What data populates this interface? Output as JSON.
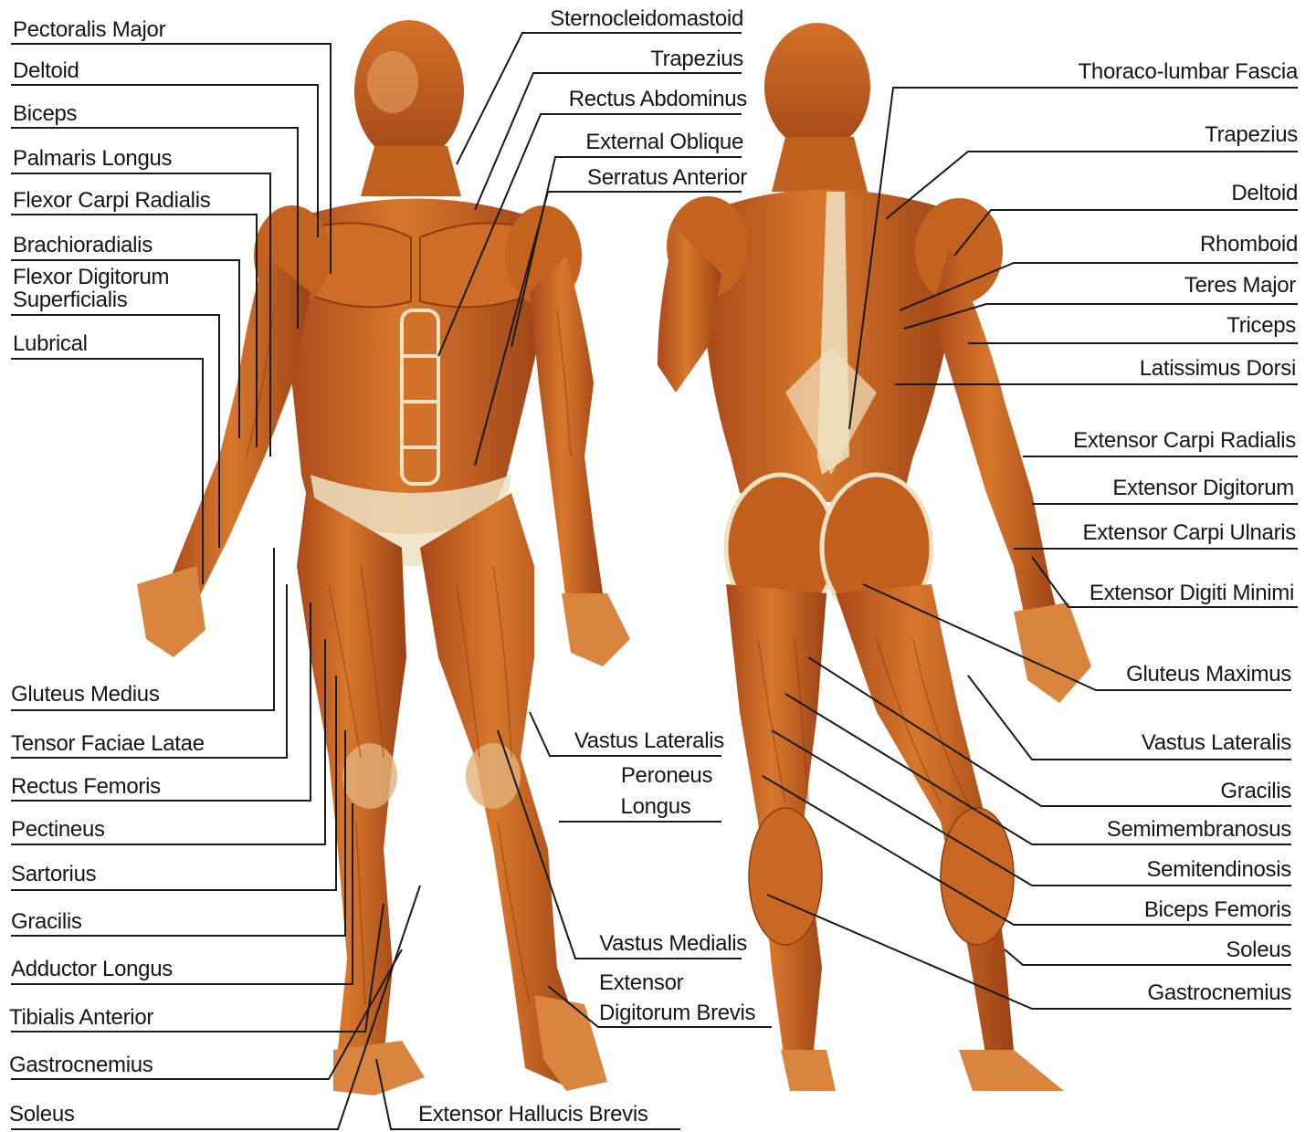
{
  "colors": {
    "muscle": "#c8651e",
    "muscle_dark": "#8e3c10",
    "muscle_light": "#e08a3c",
    "tendon": "#efe2c2",
    "leader_line": "#1a1a1a",
    "text": "#161616"
  },
  "front": {
    "left_labels": [
      "Pectoralis Major",
      "Deltoid",
      "Biceps",
      "Palmaris Longus",
      "Flexor Carpi Radialis",
      "Brachioradialis",
      "Flexor Digitorum",
      "Superficialis",
      "Lubrical",
      "Gluteus Medius",
      "Tensor Faciae Latae",
      "Rectus Femoris",
      "Pectineus",
      "Sartorius",
      "Gracilis",
      "Adductor Longus",
      "Tibialis Anterior",
      "Gastrocnemius",
      "Soleus"
    ],
    "right_labels": [
      "Sternocleidomastoid",
      "Trapezius",
      "Rectus Abdominus",
      "External Oblique",
      "Serratus Anterior",
      "Vastus Lateralis",
      "Peroneus",
      "Longus",
      "Vastus Medialis",
      "Extensor",
      "Digitorum Brevis",
      "Extensor Hallucis Brevis"
    ]
  },
  "back": {
    "labels": [
      "Thoraco-lumbar Fascia",
      "Trapezius",
      "Deltoid",
      "Rhomboid",
      "Teres Major",
      "Triceps",
      "Latissimus Dorsi",
      "Extensor Carpi Radialis",
      "Extensor Digitorum",
      "Extensor Carpi Ulnaris",
      "Extensor Digiti Minimi",
      "Gluteus Maximus",
      "Vastus Lateralis",
      "Gracilis",
      "Semimembranosus",
      "Semitendinosis",
      "Biceps Femoris",
      "Soleus",
      "Gastrocnemius"
    ]
  }
}
